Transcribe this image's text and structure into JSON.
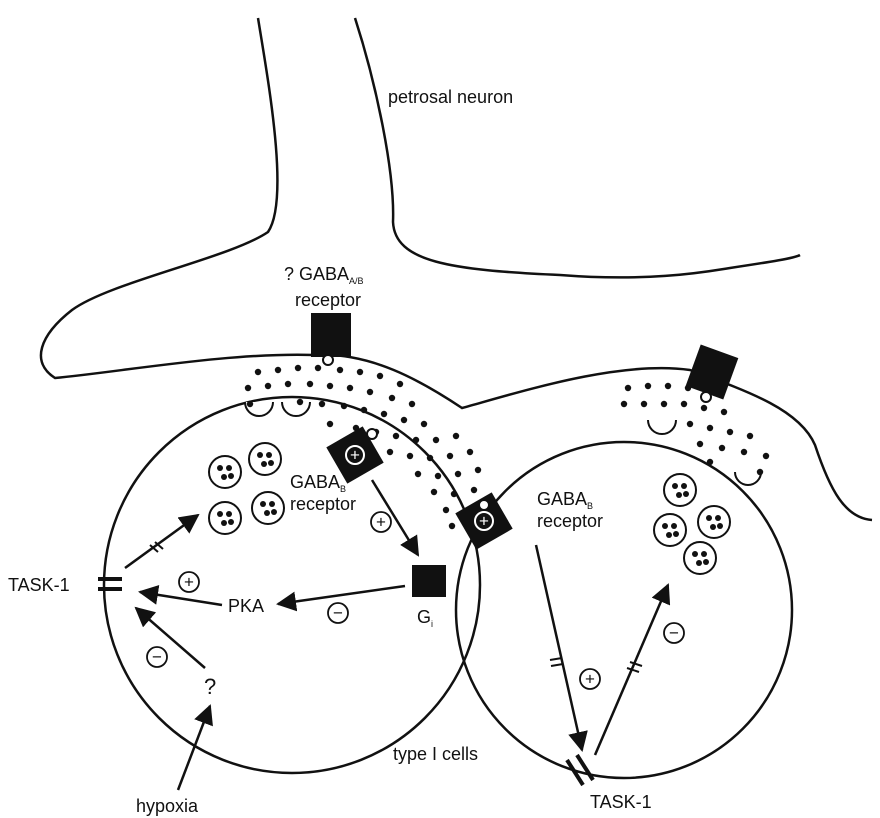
{
  "labels": {
    "petrosal_neuron": "petrosal neuron",
    "gaba_ab_prefix": "? GABA",
    "gaba_ab_sub": "A/B",
    "receptor": "receptor",
    "gaba_b": "GABA",
    "gaba_b_sub": "B",
    "task1": "TASK-1",
    "pka": "PKA",
    "gi": "G",
    "gi_sub": "i",
    "question": "?",
    "hypoxia": "hypoxia",
    "type1_cells": "type I cells"
  },
  "signs": {
    "plus": "+",
    "minus": "−"
  },
  "colors": {
    "ink": "#111111",
    "background": "#ffffff"
  }
}
